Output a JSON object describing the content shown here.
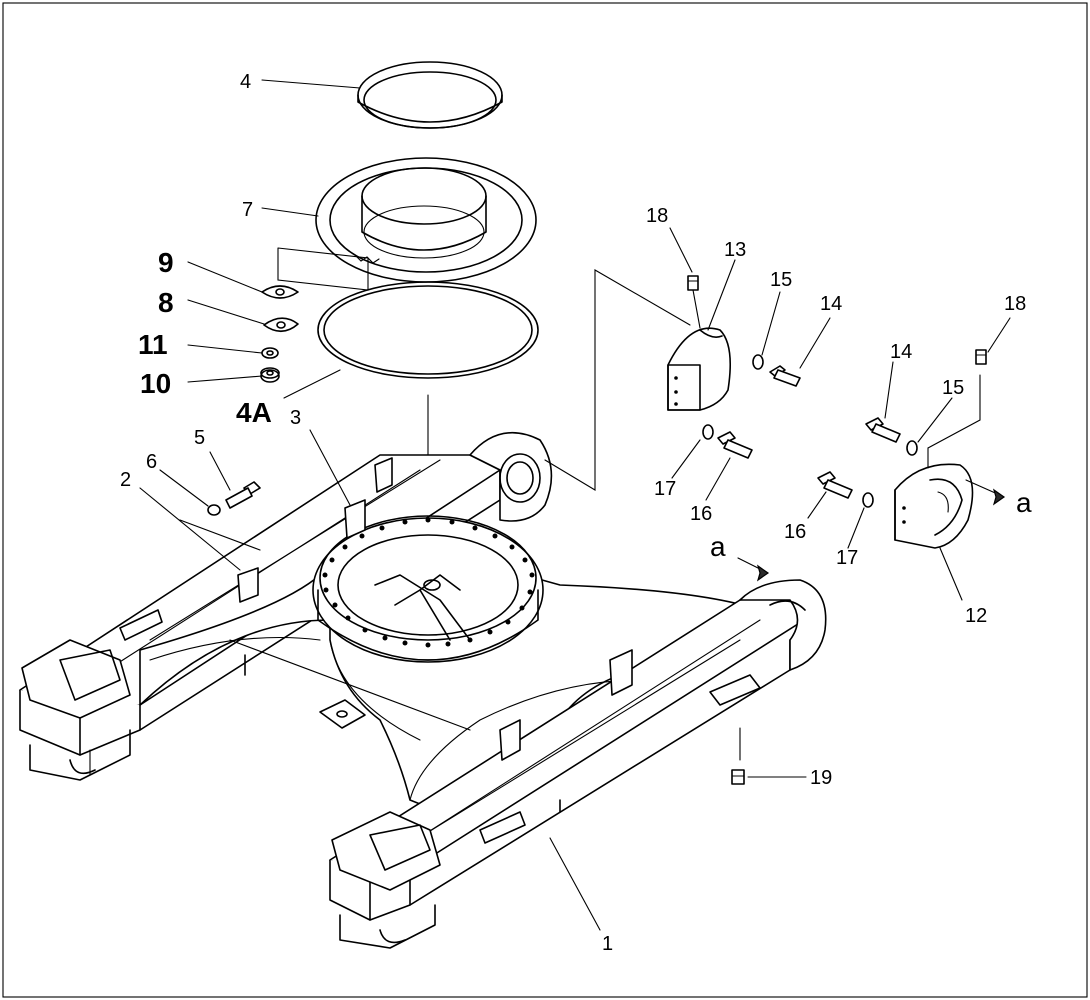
{
  "callouts": {
    "c1": "1",
    "c2": "2",
    "c3": "3",
    "c4": "4",
    "c4a": "4A",
    "c5": "5",
    "c6": "6",
    "c7": "7",
    "c8": "8",
    "c9": "9",
    "c10": "10",
    "c11": "11",
    "c12": "12",
    "c13": "13",
    "c14a": "14",
    "c14b": "14",
    "c15a": "15",
    "c15b": "15",
    "c16a": "16",
    "c16b": "16",
    "c17a": "17",
    "c17b": "17",
    "c18a": "18",
    "c18b": "18",
    "c19": "19"
  },
  "view_markers": {
    "a_left": "a",
    "a_right": "a"
  }
}
